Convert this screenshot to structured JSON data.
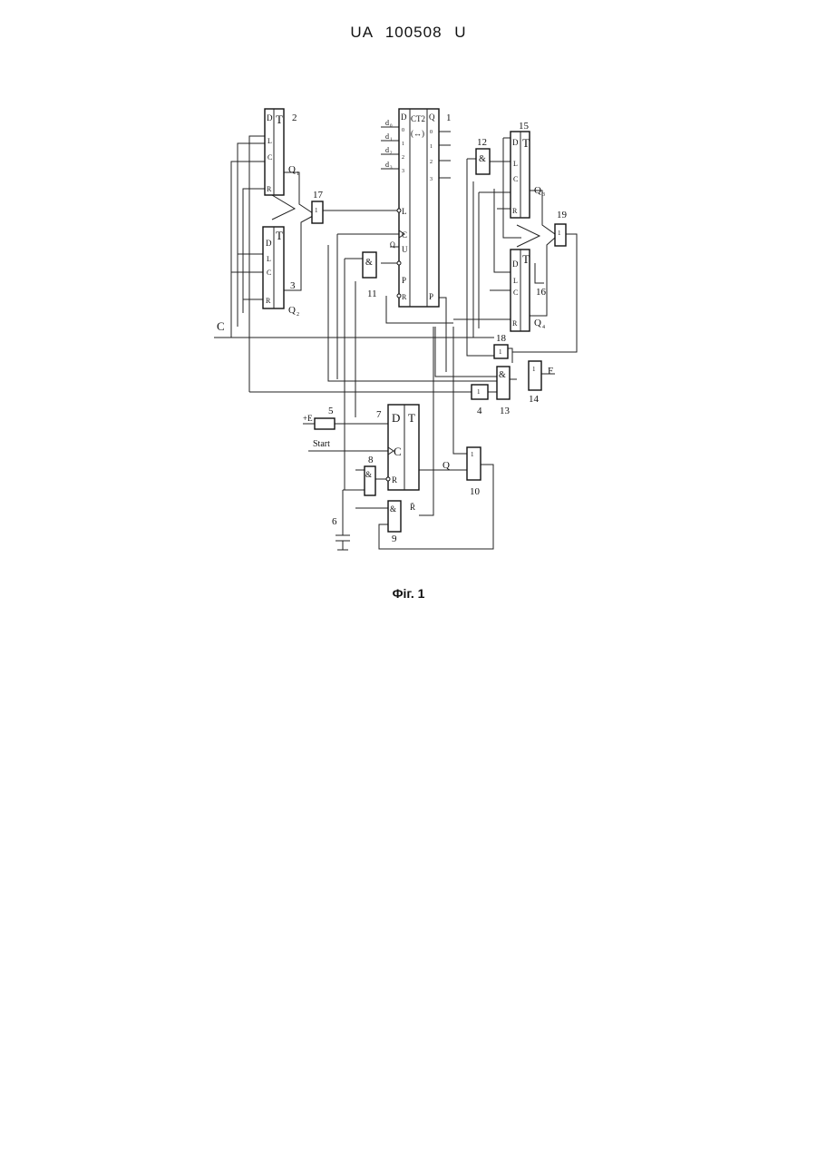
{
  "header": {
    "doc_number": "UA 100508 U"
  },
  "figure": {
    "caption": "Фіг. 1",
    "counter": {
      "number": "1",
      "title": "CT2",
      "direction_symbol": "(↔)",
      "data_inputs": [
        "d",
        "d",
        "d",
        "d"
      ],
      "data_input_subs": [
        "0",
        "1",
        "2",
        "3"
      ],
      "left_pin_labels": [
        "D",
        "0",
        "1",
        "2",
        "3",
        "L",
        "C",
        "U",
        "P",
        "R"
      ],
      "output_pin_labels": [
        "Q",
        "0",
        "1",
        "2",
        "3"
      ],
      "carry_label": "P",
      "u_input_label": "Q"
    },
    "triggers": [
      {
        "number": "2",
        "type": "T",
        "pins": [
          "D",
          "L",
          "C",
          "R"
        ],
        "output": "Q",
        "output_sub": "1"
      },
      {
        "number": "3",
        "type": "T",
        "pins": [
          "D",
          "L",
          "C",
          "R"
        ],
        "output": "Q",
        "output_sub": "2"
      },
      {
        "number": "15",
        "type": "T",
        "pins": [
          "D",
          "L",
          "C",
          "R"
        ],
        "output": "Q",
        "output_sub": "3"
      },
      {
        "number": "16",
        "type": "T",
        "pins": [
          "D",
          "L",
          "C",
          "R"
        ],
        "output": "Q",
        "output_sub": "4"
      },
      {
        "number": "7",
        "type": "T",
        "pins": [
          "D",
          "C",
          "R"
        ],
        "output": "Q",
        "inverse_output": "R̄"
      }
    ],
    "gates": [
      {
        "number": "17",
        "symbol": "1"
      },
      {
        "number": "19",
        "symbol": "1"
      },
      {
        "number": "18",
        "symbol": "1"
      },
      {
        "number": "14",
        "symbol": "1"
      },
      {
        "number": "4",
        "symbol": "1"
      },
      {
        "number": "13",
        "symbol": "&"
      },
      {
        "number": "12",
        "symbol": "&"
      },
      {
        "number": "11",
        "symbol": "&"
      },
      {
        "number": "8",
        "symbol": "&"
      },
      {
        "number": "9",
        "symbol": "&"
      },
      {
        "number": "10",
        "symbol": "1"
      }
    ],
    "components": {
      "resistor": "5",
      "capacitor": "6"
    },
    "signals": {
      "clock": "C",
      "output": "F",
      "supply": "+E",
      "start": "Start",
      "trigger_q": "Q"
    }
  }
}
